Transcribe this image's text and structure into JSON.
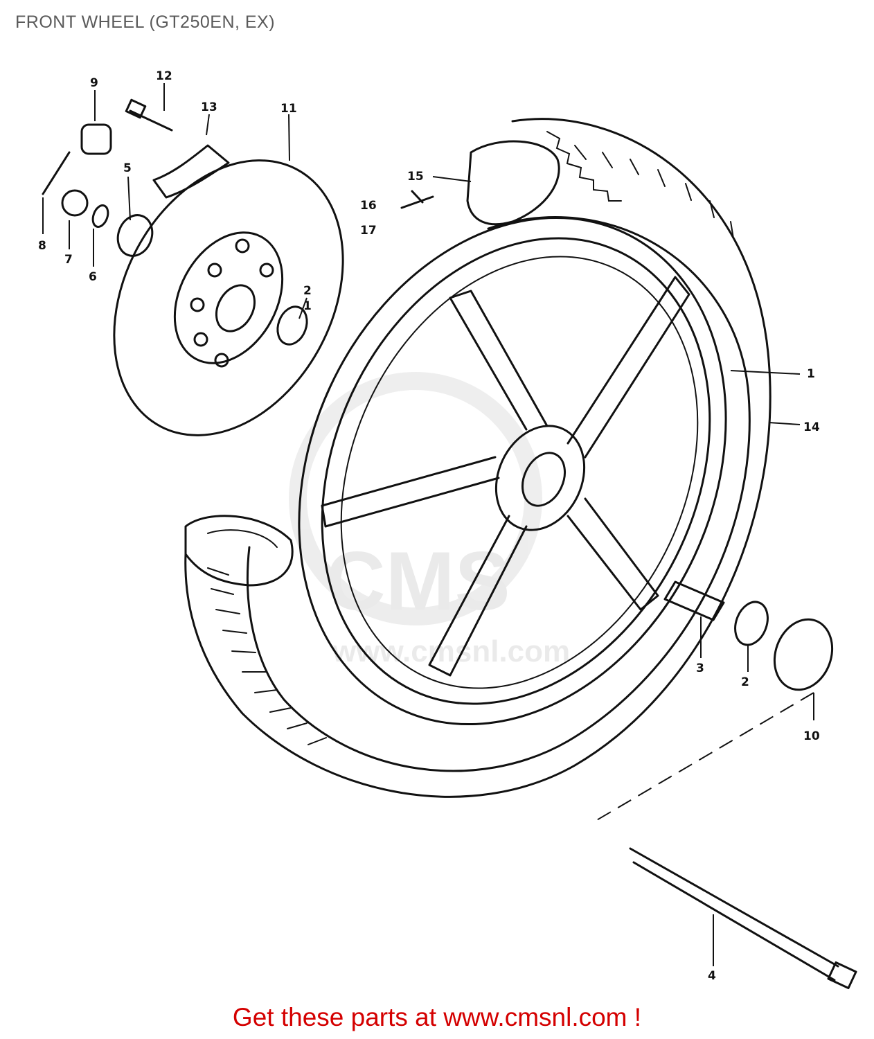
{
  "title": "FRONT WHEEL (GT250EN, EX)",
  "footer": {
    "cta_text": "Get these parts at www.cmsnl.com !",
    "cta_color": "#d40000"
  },
  "watermark": {
    "text": "CMS",
    "url": "www.cmsnl.com"
  },
  "callouts": [
    {
      "id": "c1",
      "label": "1"
    },
    {
      "id": "c14",
      "label": "14"
    },
    {
      "id": "c2a",
      "label": "2"
    },
    {
      "id": "c1b",
      "label": "1"
    },
    {
      "id": "c3",
      "label": "3"
    },
    {
      "id": "c2b",
      "label": "2"
    },
    {
      "id": "c10",
      "label": "10"
    },
    {
      "id": "c4",
      "label": "4"
    },
    {
      "id": "c5",
      "label": "5"
    },
    {
      "id": "c6",
      "label": "6"
    },
    {
      "id": "c7",
      "label": "7"
    },
    {
      "id": "c8",
      "label": "8"
    },
    {
      "id": "c9",
      "label": "9"
    },
    {
      "id": "c11",
      "label": "11"
    },
    {
      "id": "c12",
      "label": "12"
    },
    {
      "id": "c13",
      "label": "13"
    },
    {
      "id": "c15",
      "label": "15"
    },
    {
      "id": "c16",
      "label": "16"
    },
    {
      "id": "c17",
      "label": "17"
    }
  ]
}
